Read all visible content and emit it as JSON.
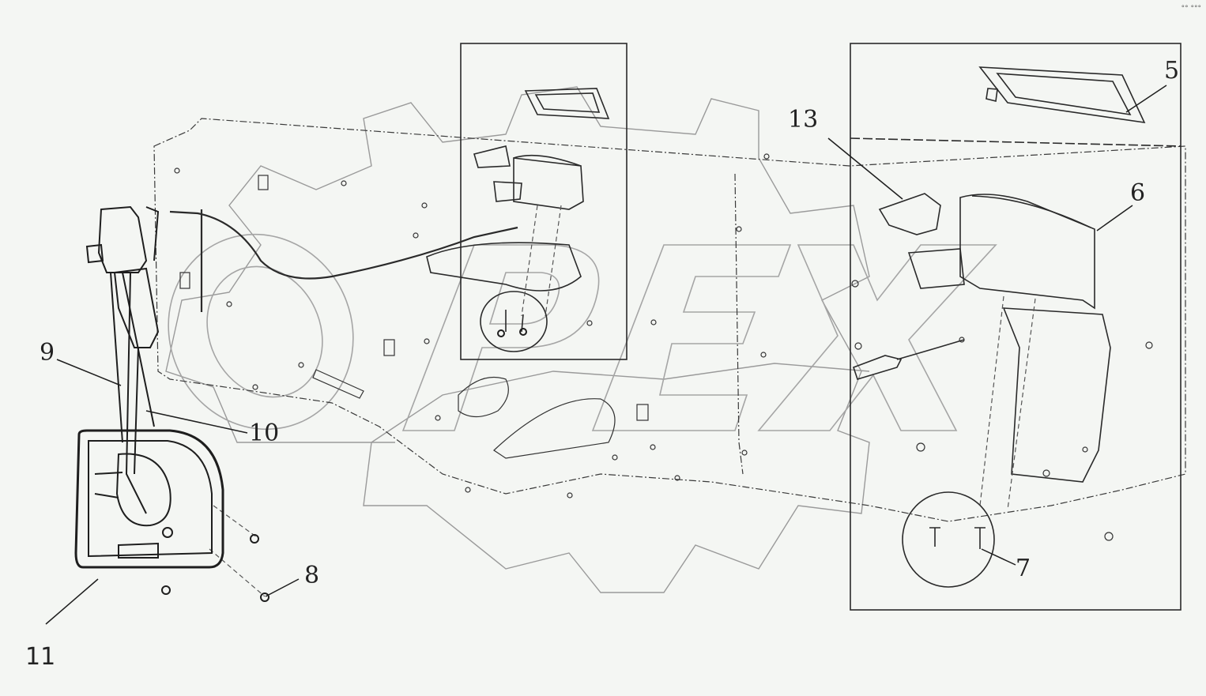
{
  "diagram": {
    "callouts": {
      "c5": "5",
      "c6": "6",
      "c7": "7",
      "c8": "8",
      "c9": "9",
      "c10": "10",
      "c11": "11",
      "c13": "13"
    },
    "corner_mark": "°° °°°"
  },
  "colors": {
    "line": "#2a2a2a",
    "ghost": "#9a9a9a",
    "background": "#f4f6f3"
  }
}
